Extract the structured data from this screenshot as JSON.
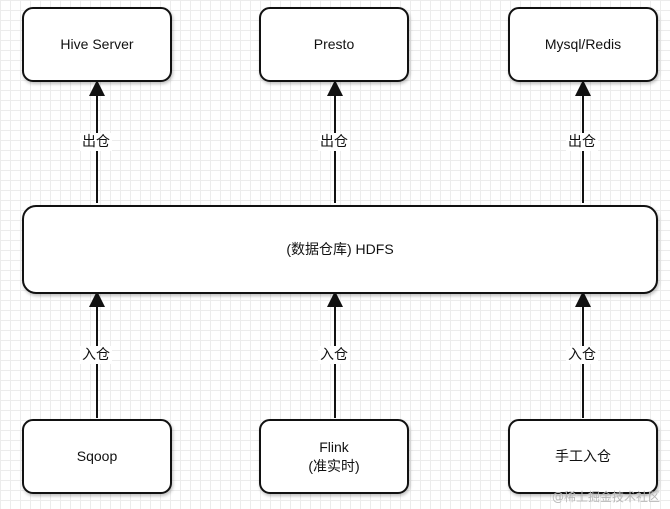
{
  "outputs": [
    {
      "label": "Hive Server"
    },
    {
      "label": "Presto"
    },
    {
      "label": "Mysql/Redis"
    }
  ],
  "warehouse": {
    "label": "(数据仓库) HDFS"
  },
  "inputs": [
    {
      "label": "Sqoop"
    },
    {
      "label": "Flink",
      "sublabel": "(准实时)"
    },
    {
      "label": "手工入仓"
    }
  ],
  "edge_labels": {
    "out": "出仓",
    "in": "入仓"
  },
  "watermark": "@稀土掘金技术社区"
}
